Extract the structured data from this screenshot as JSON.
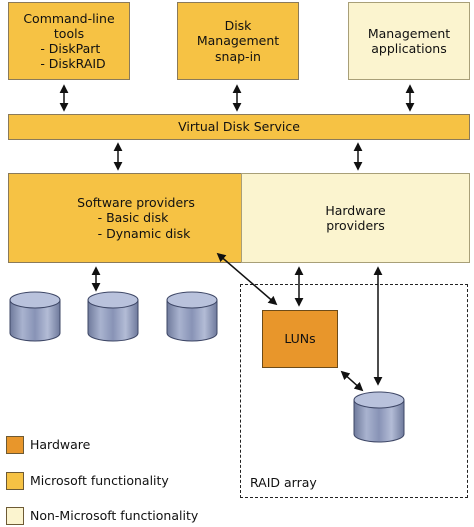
{
  "boxes": {
    "command_line": {
      "title": "Command-line",
      "title2": "tools",
      "items": [
        "- DiskPart",
        "- DiskRAID"
      ]
    },
    "disk_management": {
      "line1": "Disk",
      "line2": "Management",
      "line3": "snap-in"
    },
    "management_apps": {
      "line1": "Management",
      "line2": "applications"
    },
    "vds": {
      "label": "Virtual Disk Service"
    },
    "software_providers": {
      "title": "Software providers",
      "items": [
        "- Basic disk",
        "- Dynamic disk"
      ]
    },
    "hardware_providers": {
      "line1": "Hardware",
      "line2": "providers"
    },
    "luns": {
      "label": "LUNs"
    },
    "raid": {
      "label": "RAID array"
    }
  },
  "legend": [
    {
      "label": "Hardware",
      "color": "#e8962b"
    },
    {
      "label": "Microsoft functionality",
      "color": "#f6c244"
    },
    {
      "label": "Non-Microsoft functionality",
      "color": "#fbf4cf"
    }
  ],
  "colors": {
    "microsoft": "#f6c244",
    "non_microsoft": "#fbf4cf",
    "hardware": "#e8962b",
    "disk": "#8c97b8"
  },
  "icons": {
    "disk": "disk-cylinder-icon",
    "arrow": "double-arrow-icon"
  }
}
